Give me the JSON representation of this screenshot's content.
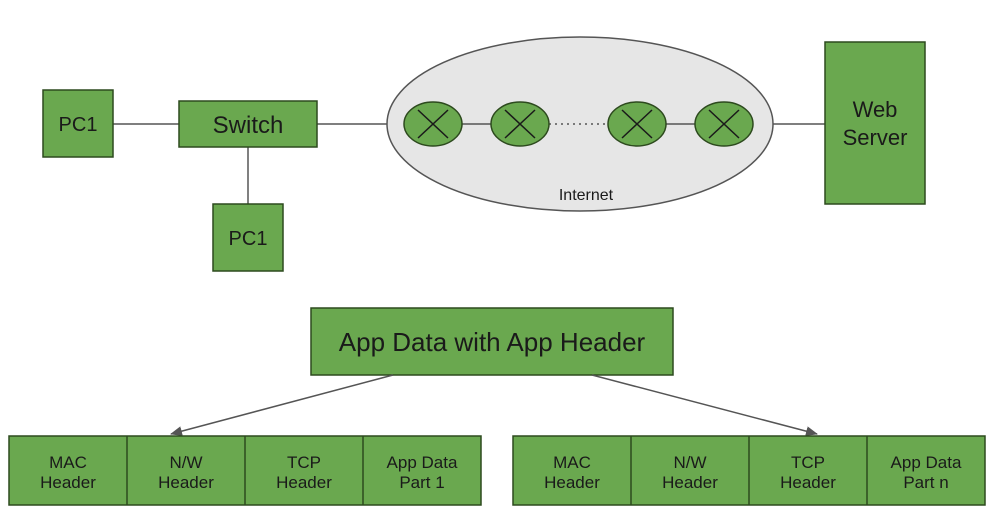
{
  "colors": {
    "node_fill": "#6aa84f",
    "node_stroke": "#2d4a1e",
    "cloud_fill": "#e6e6e6",
    "cloud_stroke": "#555555",
    "line": "#555555"
  },
  "network": {
    "pc_top_label": "PC1",
    "pc_bottom_label": "PC1",
    "switch_label": "Switch",
    "internet_label": "Internet",
    "server_label_line1": "Web",
    "server_label_line2": "Server",
    "router_icon": "router-x-icon"
  },
  "data_flow": {
    "app_data_label": "App Data with App Header",
    "packet_left": [
      {
        "line1": "MAC",
        "line2": "Header"
      },
      {
        "line1": "N/W",
        "line2": "Header"
      },
      {
        "line1": "TCP",
        "line2": "Header"
      },
      {
        "line1": "App Data",
        "line2": "Part 1"
      }
    ],
    "packet_right": [
      {
        "line1": "MAC",
        "line2": "Header"
      },
      {
        "line1": "N/W",
        "line2": "Header"
      },
      {
        "line1": "TCP",
        "line2": "Header"
      },
      {
        "line1": "App Data",
        "line2": "Part n"
      }
    ]
  }
}
